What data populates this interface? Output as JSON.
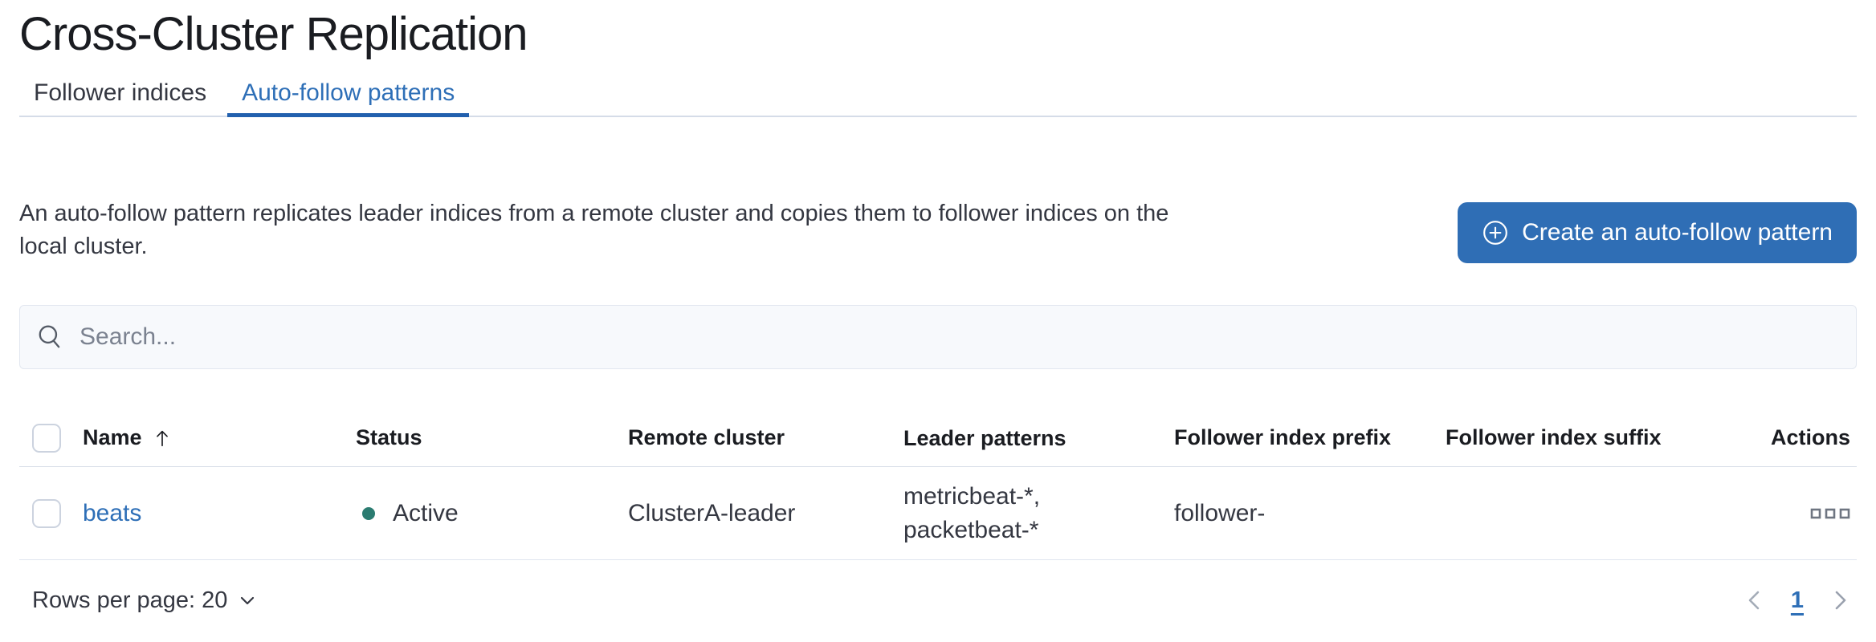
{
  "page": {
    "title": "Cross-Cluster Replication"
  },
  "tabs": [
    {
      "label": "Follower indices",
      "active": false
    },
    {
      "label": "Auto-follow patterns",
      "active": true
    }
  ],
  "intro": {
    "description": "An auto-follow pattern replicates leader indices from a remote cluster and copies them to follower indices on the local cluster.",
    "create_button": {
      "label": "Create an auto-follow pattern",
      "icon": "plus-in-circle"
    }
  },
  "search": {
    "placeholder": "Search...",
    "icon": "magnifier"
  },
  "table": {
    "columns": [
      "Name",
      "Status",
      "Remote cluster",
      "Leader patterns",
      "Follower index prefix",
      "Follower index suffix",
      "Actions"
    ],
    "sort": {
      "column": "Name",
      "direction": "ascending",
      "icon": "arrow-up"
    },
    "rows": [
      {
        "name": "beats",
        "status": "Active",
        "remote_cluster": "ClusterA-leader",
        "leader_patterns": "metricbeat-*, packetbeat-*",
        "follower_index_prefix": "follower-",
        "follower_index_suffix": "",
        "actions_icon": "boxes-horizontal"
      }
    ]
  },
  "footer": {
    "rows_per_page": {
      "label": "Rows per page: 20",
      "icon": "chevron-down"
    },
    "pagination": {
      "previous_icon": "chevron-left",
      "current_page": "1",
      "next_icon": "chevron-right"
    }
  },
  "colors": {
    "link_blue": "#2e6fb7",
    "tab_underline_blue": "#2260ae",
    "button_blue": "#2f6eb5",
    "status_active_teal": "#2b7c71",
    "heading_text": "#1a1c21",
    "body_text": "#343741",
    "divider": "#d7dde8"
  }
}
